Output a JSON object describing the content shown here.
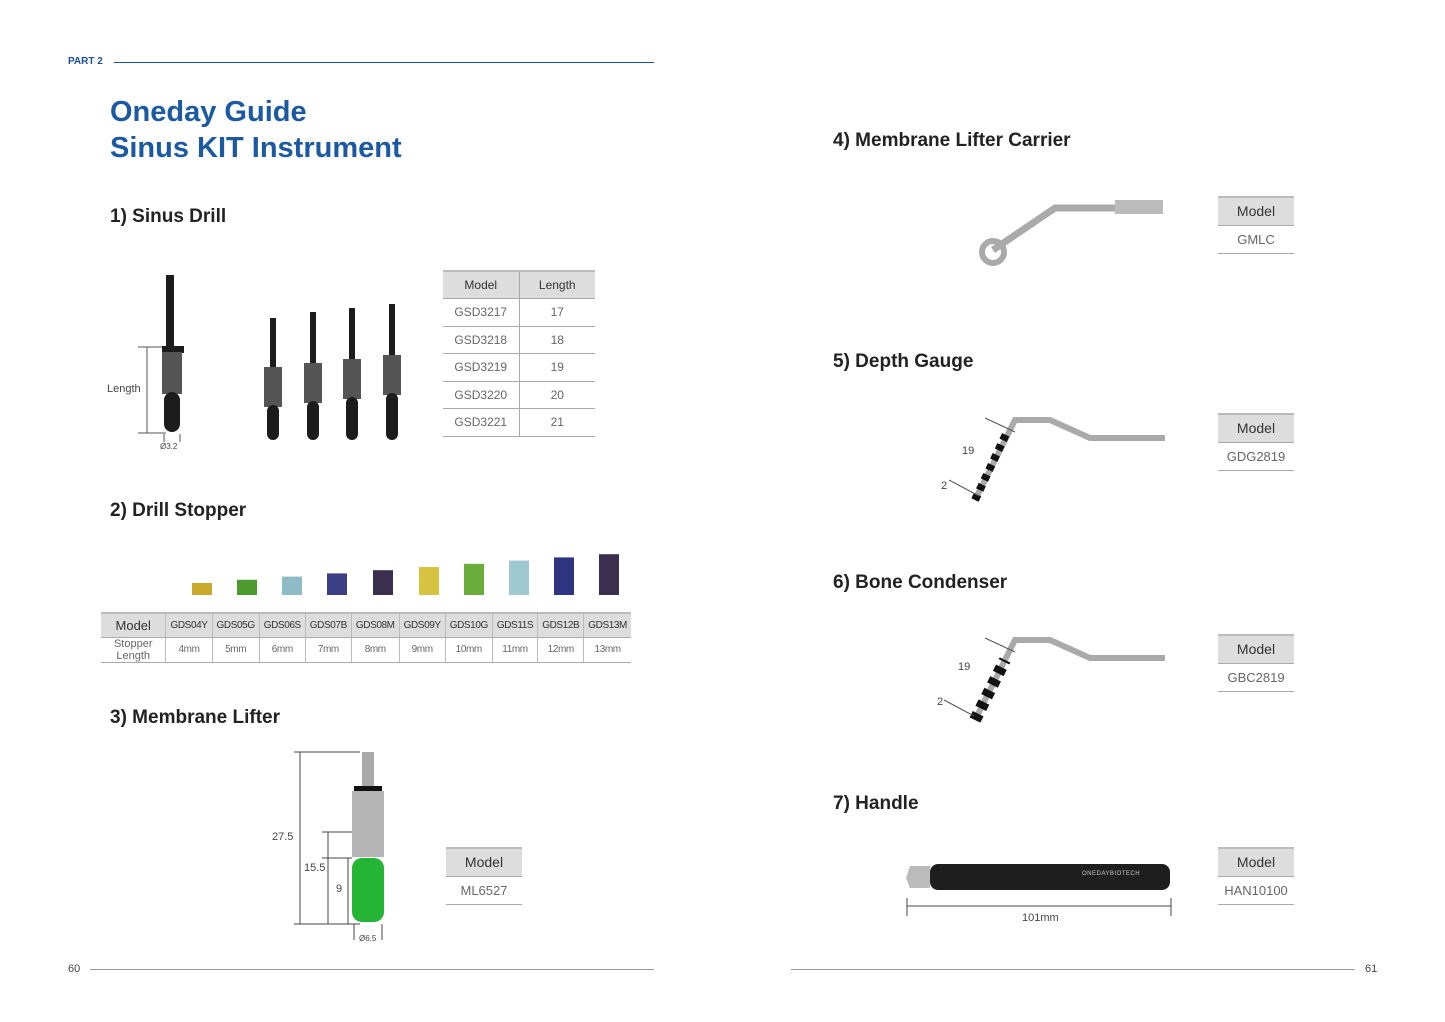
{
  "header": {
    "part": "PART 2",
    "title_line1": "Oneday Guide",
    "title_line2": "Sinus KIT Instrument"
  },
  "sections": {
    "s1": {
      "title": "1) Sinus Drill",
      "length_label": "Length",
      "diameter_label": "Ø3.2",
      "table": {
        "headers": [
          "Model",
          "Length"
        ],
        "rows": [
          [
            "GSD3217",
            "17"
          ],
          [
            "GSD3218",
            "18"
          ],
          [
            "GSD3219",
            "19"
          ],
          [
            "GSD3220",
            "20"
          ],
          [
            "GSD3221",
            "21"
          ]
        ]
      }
    },
    "s2": {
      "title": "2) Drill Stopper",
      "row_labels": [
        "Model",
        "Stopper Length"
      ],
      "models": [
        "GDS04Y",
        "GDS05G",
        "GDS06S",
        "GDS07B",
        "GDS08M",
        "GDS09Y",
        "GDS10G",
        "GDS11S",
        "GDS12B",
        "GDS13M"
      ],
      "lengths": [
        "4mm",
        "5mm",
        "6mm",
        "7mm",
        "8mm",
        "9mm",
        "10mm",
        "11mm",
        "12mm",
        "13mm"
      ],
      "colors": [
        "#c9a92c",
        "#4d9a2e",
        "#8fbcc6",
        "#3b3f86",
        "#3c3050",
        "#d6c441",
        "#6aad3a",
        "#9ec8d2",
        "#2d3580",
        "#3c3050"
      ]
    },
    "s3": {
      "title": "3) Membrane Lifter",
      "dims": [
        "27.5",
        "15.5",
        "9"
      ],
      "diameter_label": "Ø6.5",
      "model_header": "Model",
      "model": "ML6527"
    },
    "s4": {
      "title": "4) Membrane Lifter Carrier",
      "model_header": "Model",
      "model": "GMLC"
    },
    "s5": {
      "title": "5) Depth Gauge",
      "dims": [
        "19",
        "2"
      ],
      "model_header": "Model",
      "model": "GDG2819"
    },
    "s6": {
      "title": "6) Bone Condenser",
      "dims": [
        "19",
        "2"
      ],
      "model_header": "Model",
      "model": "GBC2819"
    },
    "s7": {
      "title": "7) Handle",
      "length": "101mm",
      "brand": "ONEDAYBIOTECH",
      "model_header": "Model",
      "model": "HAN10100"
    }
  },
  "footer": {
    "left_page": "60",
    "right_page": "61"
  }
}
